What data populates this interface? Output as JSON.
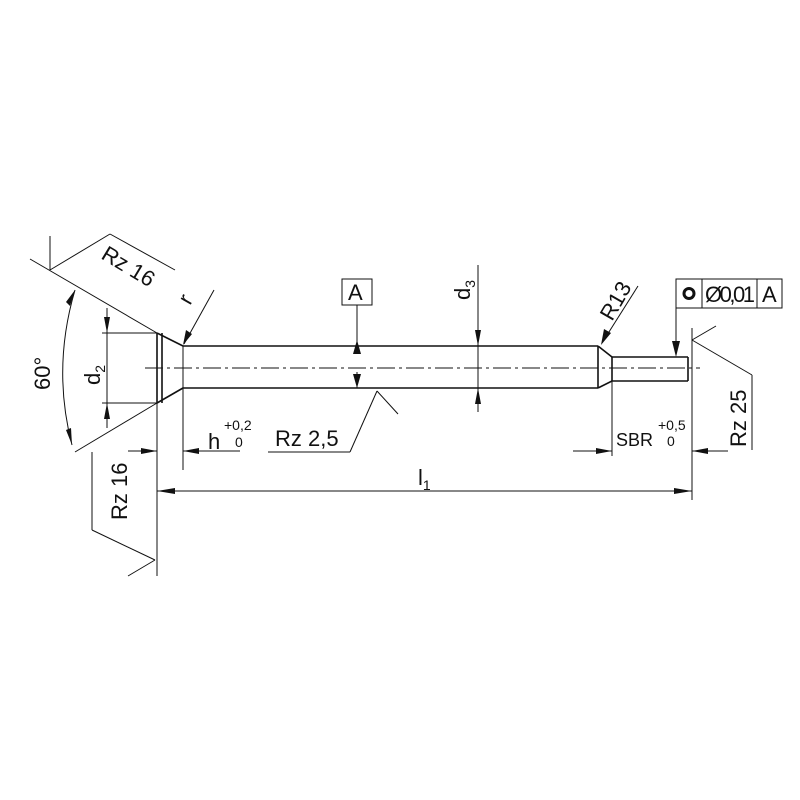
{
  "drawing": {
    "angle_label": "60°",
    "roughness_head_cone": "Rz 16",
    "roughness_head_face": "Rz 16",
    "radius_label": "r",
    "head_diameter": "d",
    "head_diameter_sub": "2",
    "datum_label": "A",
    "shaft_diameter": "d",
    "shaft_diameter_sub": "3",
    "transition_radius": "R13",
    "shaft_roughness": "Rz 2,5",
    "head_height": "h",
    "head_height_tol_upper": "+0,2",
    "head_height_tol_lower": "0",
    "tip_length": "SBR",
    "tip_length_tol_upper": "+0,5",
    "tip_length_tol_lower": "0",
    "tip_roughness": "Rz 25",
    "total_length": "l",
    "total_length_sub": "1",
    "tolerance_frame": {
      "symbol": "concentricity-icon",
      "value": "Ø0,01",
      "datum": "A"
    }
  }
}
